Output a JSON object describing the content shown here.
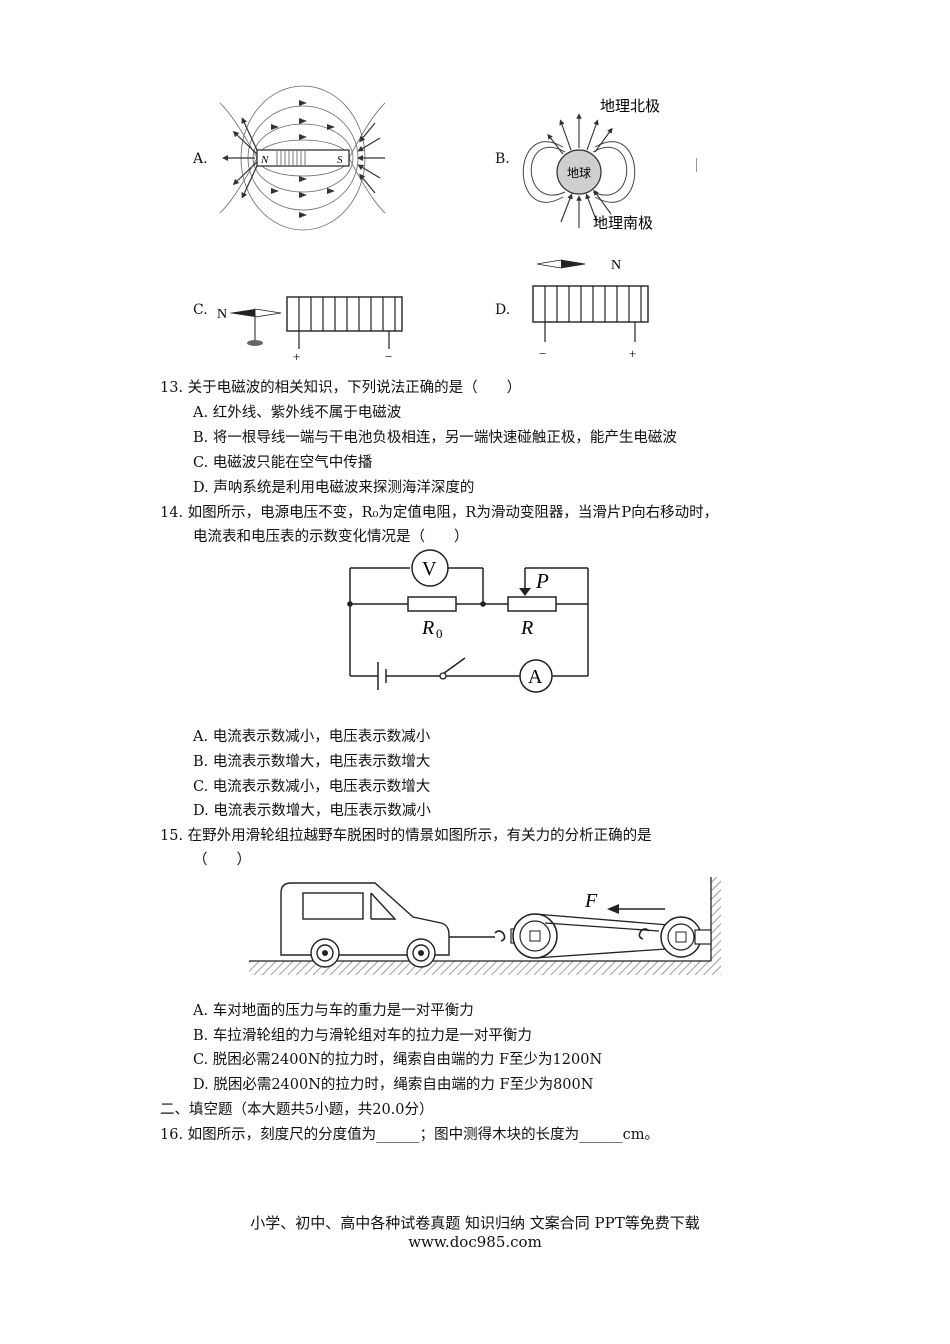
{
  "fig12": {
    "a_label": "A.",
    "b_label": "B.",
    "c_label": "C.",
    "d_label": "D.",
    "magnet_n": "N",
    "magnet_s": "S",
    "north_label": "地理北极",
    "south_label": "地理南极",
    "earth_label": "地球",
    "compass_n": "N",
    "plus": "+",
    "minus": "−"
  },
  "q13": {
    "stem": "13.  关于电磁波的相关知识，下列说法正确的是（　　）",
    "options": [
      "A.  红外线、紫外线不属于电磁波",
      "B.  将一根导线一端与干电池负极相连，另一端快速碰触正极，能产生电磁波",
      "C.  电磁波只能在空气中传播",
      "D.  声呐系统是利用电磁波来探测海洋深度的"
    ]
  },
  "q14": {
    "stem_line1": "14.  如图所示，电源电压不变，R₀为定值电阻，R为滑动变阻器，当滑片P向右移动时，",
    "stem_line2": "电流表和电压表的示数变化情况是（　　）",
    "fig": {
      "v": "V",
      "a": "A",
      "r0": "R",
      "r0_sub": "0",
      "r": "R",
      "p": "P"
    },
    "options": [
      "A.  电流表示数减小，电压表示数减小",
      "B.  电流表示数增大，电压表示数增大",
      "C.  电流表示数减小，电压表示数增大",
      "D.  电流表示数增大，电压表示数减小"
    ]
  },
  "q15": {
    "stem_line1": "15.  在野外用滑轮组拉越野车脱困时的情景如图所示，有关力的分析正确的是",
    "stem_line2": "（　　）",
    "fig": {
      "f": "F"
    },
    "options": [
      "A.  车对地面的压力与车的重力是一对平衡力",
      "B.  车拉滑轮组的力与滑轮组对车的拉力是一对平衡力",
      "C.  脱困必需2400N的拉力时，绳索自由端的力 F至少为1200N",
      "D.  脱困必需2400N的拉力时，绳索自由端的力 F至少为800N"
    ]
  },
  "section2": "二、填空题（本大题共5小题，共20.0分）",
  "q16": "16.  如图所示，刻度尺的分度值为______；图中测得木块的长度为______cm。",
  "footer": {
    "line1": "小学、初中、高中各种试卷真题 知识归纳 文案合同 PPT等免费下载",
    "line2": "www.doc985.com"
  }
}
